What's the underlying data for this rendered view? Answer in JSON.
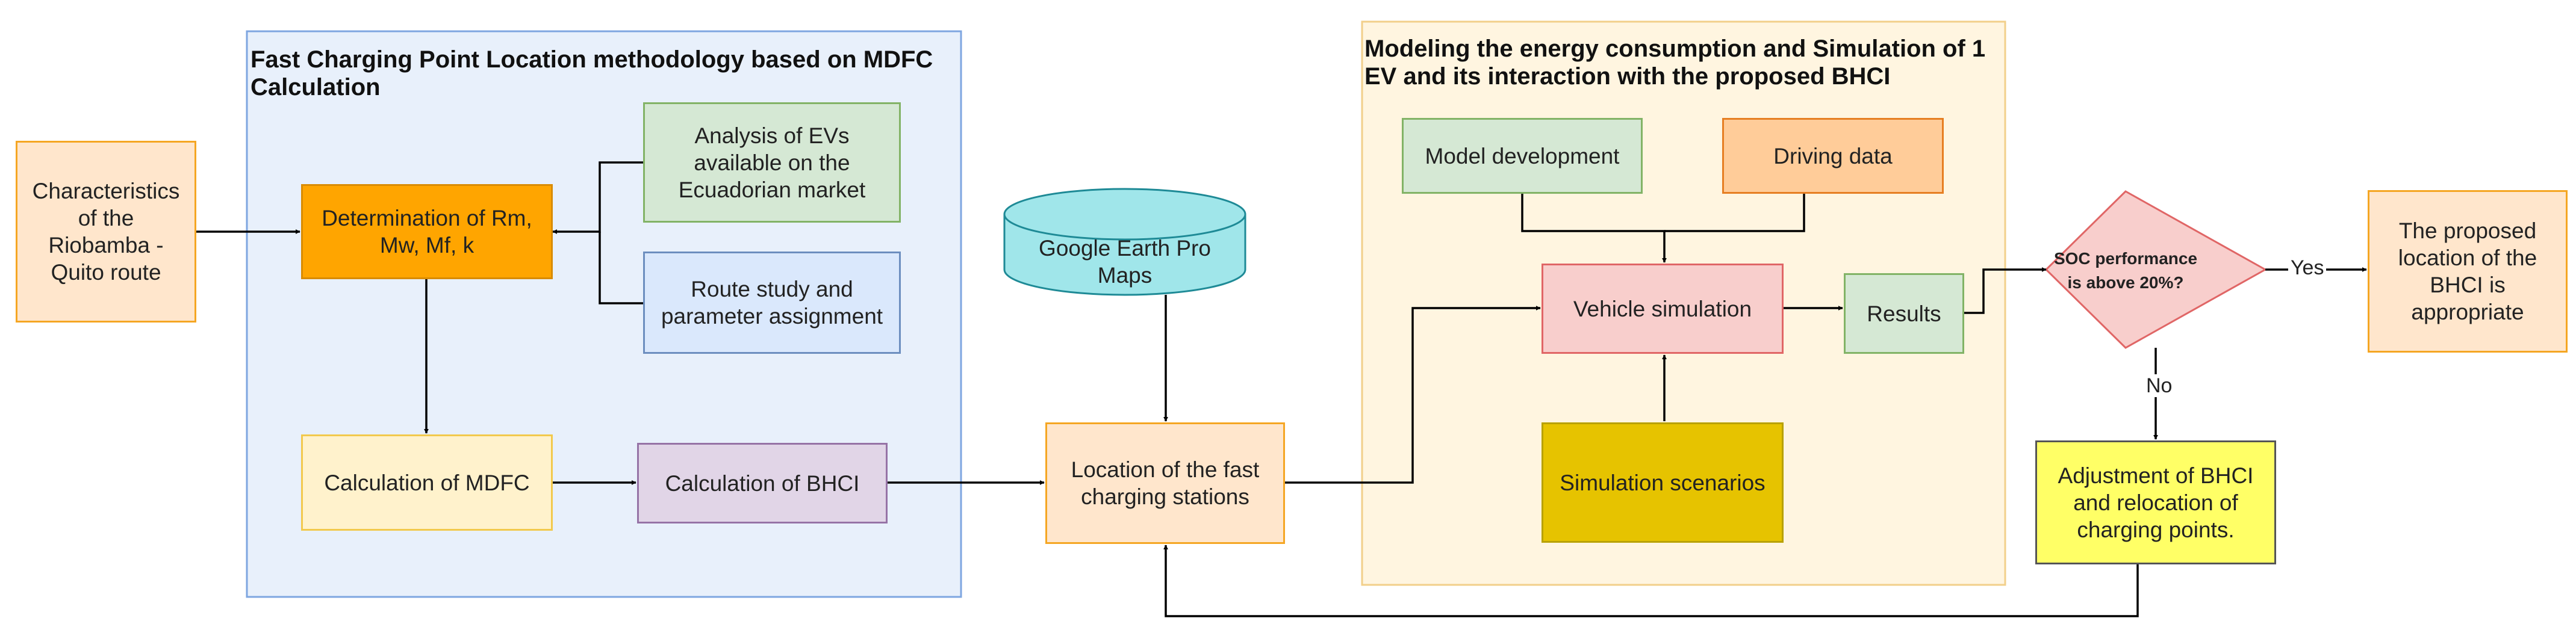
{
  "regions": {
    "mdfc": {
      "title": "Fast Charging Point Location methodology based on MDFC Calculation",
      "fill": "#e8f0fb",
      "stroke": "#7ea6e0"
    },
    "energy": {
      "title": "Modeling the energy consumption and Simulation  of 1 EV and its interaction with the proposed BHCI",
      "fill": "#fff5e0",
      "stroke": "#f2cf8a"
    }
  },
  "nodes": {
    "route_characteristics": {
      "label": "Characteristics of the Riobamba - Quito route",
      "fill": "#ffe6cc",
      "stroke": "#f5a623"
    },
    "determination": {
      "label": "Determination of Rm, Mw, Mf, k",
      "fill": "#ffa500",
      "stroke": "#d98b00"
    },
    "analysis_evs": {
      "label": "Analysis of EVs available on the Ecuadorian market",
      "fill": "#d5e8d4",
      "stroke": "#82b366"
    },
    "route_study": {
      "label": "Route study and parameter assignment",
      "fill": "#dae8fc",
      "stroke": "#6c8ebf"
    },
    "calc_mdfc": {
      "label": "Calculation of MDFC",
      "fill": "#fff2cc",
      "stroke": "#f2c94c"
    },
    "calc_bhci": {
      "label": "Calculation of BHCI",
      "fill": "#e1d5e7",
      "stroke": "#9673a6"
    },
    "google_earth": {
      "label": "Google Earth Pro Maps",
      "fill": "#a0e6ea",
      "stroke": "#1e8a96"
    },
    "location_fast": {
      "label": "Location of the fast charging stations",
      "fill": "#ffe6cc",
      "stroke": "#f5a623"
    },
    "model_dev": {
      "label": "Model development",
      "fill": "#d5e8d4",
      "stroke": "#82b366"
    },
    "driving_data": {
      "label": "Driving data",
      "fill": "#ffcc99",
      "stroke": "#e67e22"
    },
    "vehicle_sim": {
      "label": "Vehicle simulation",
      "fill": "#f8cecc",
      "stroke": "#e06666"
    },
    "results": {
      "label": "Results",
      "fill": "#d5e8d4",
      "stroke": "#82b366"
    },
    "sim_scenarios": {
      "label": "Simulation scenarios",
      "fill": "#e6c300",
      "stroke": "#b8a100"
    },
    "decision": {
      "label": "SOC performance is above 20%?",
      "fill": "#f8cecc",
      "stroke": "#e06666"
    },
    "proposed_location": {
      "label": "The proposed location of the BHCI is appropriate",
      "fill": "#ffe6cc",
      "stroke": "#f5a623"
    },
    "adjustment": {
      "label": "Adjustment of BHCI and relocation of charging points.",
      "fill": "#ffff66",
      "stroke": "#555555"
    }
  },
  "edges": {
    "yes": "Yes",
    "no": "No"
  }
}
